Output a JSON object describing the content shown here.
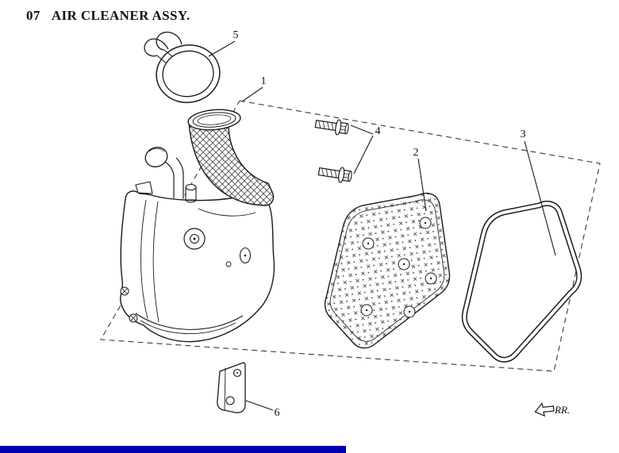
{
  "header": {
    "section_number": "07",
    "title": "AIR CLEANER ASSY."
  },
  "callouts": [
    "1",
    "2",
    "3",
    "4",
    "5",
    "6"
  ],
  "direction": {
    "label": "RR.",
    "arrow_icon": "rear-direction-arrow"
  },
  "colors": {
    "footer_bar": "#0101b2",
    "line": "#1a1a1a"
  }
}
